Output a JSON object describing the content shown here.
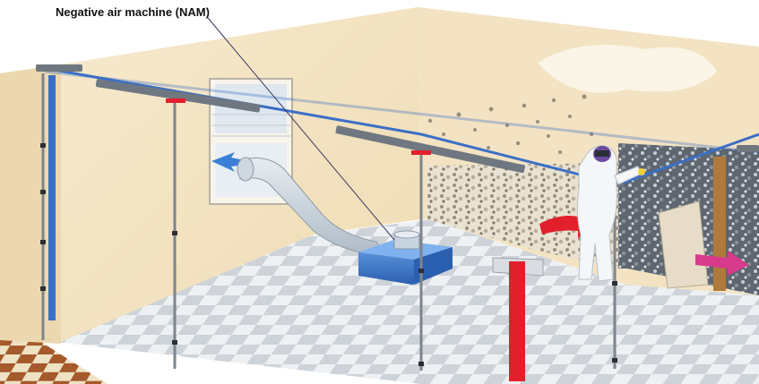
{
  "diagram": {
    "callout": {
      "label": "Negative air machine (NAM)"
    },
    "components": [
      {
        "id": "nam",
        "icon": "negative-air-machine-icon",
        "color": "#3f7fd0"
      },
      {
        "id": "duct",
        "icon": "flexible-duct-icon",
        "color": "#c9d3dc"
      },
      {
        "id": "window",
        "icon": "window-icon",
        "color": "#dfe8ef"
      },
      {
        "id": "containment",
        "icon": "plastic-sheeting-barrier-icon",
        "color": "#3b6fc7"
      },
      {
        "id": "worker",
        "icon": "protective-suit-worker-icon",
        "color": "#f4f6f8"
      },
      {
        "id": "airflow-in",
        "icon": "airflow-arrow-icon",
        "color": "#e03a3a"
      },
      {
        "id": "airflow-out",
        "icon": "airflow-arrow-icon",
        "color": "#3b7fd6"
      },
      {
        "id": "contaminant",
        "icon": "mold-particle-icon",
        "color": "#8d7f6a"
      }
    ],
    "colors": {
      "wall": "#f4e6c8",
      "wall_shade": "#e7d2a6",
      "floor_light": "#f0f2f3",
      "floor_dark": "#c9ced3",
      "pole": "#7d848c",
      "frame_blue": "#3b6fc7",
      "red_marker": "#e2202c",
      "tile_brown": "#a45a2a",
      "tile_cream": "#efe1c4"
    }
  }
}
